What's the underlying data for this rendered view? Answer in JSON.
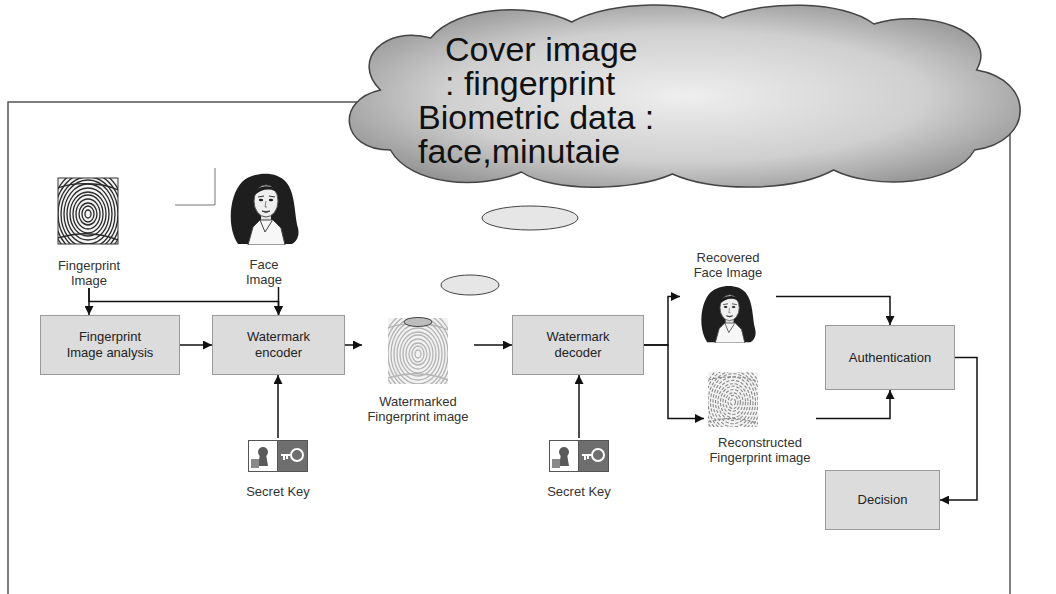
{
  "diagram": {
    "nodes": [
      {
        "text": [
          "Cover image : fingerprint",
          "Biometric data : face,minutaie"
        ]
      },
      {
        "text": [
          "Fingerprint Image"
        ]
      },
      {
        "text": [
          "Face Image"
        ]
      },
      {
        "text": [
          "Fingerprint Image analysis"
        ]
      },
      {
        "text": [
          "Watermark encoder"
        ]
      },
      {
        "text": [
          "Watermarked Fingerprint image"
        ]
      },
      {
        "text": [
          "Watermark decoder"
        ]
      },
      {
        "text": [
          "Recovered Face Image"
        ]
      },
      {
        "text": [
          "Reconstructed Fingerprint image"
        ]
      },
      {
        "text": [
          "Authentication"
        ]
      },
      {
        "text": [
          "Decision"
        ]
      },
      {
        "text": [
          "Secret Key"
        ]
      },
      {
        "text": [
          "Secret Key"
        ]
      }
    ],
    "edges": [
      {
        "from": 1,
        "to": 3,
        "arrow": "to"
      },
      {
        "from": 1,
        "to": 4,
        "arrow": "to"
      },
      {
        "from": 2,
        "to": 4,
        "arrow": "to"
      },
      {
        "from": 3,
        "to": 4,
        "arrow": "to"
      },
      {
        "from": 11,
        "to": 4,
        "arrow": "to"
      },
      {
        "from": 4,
        "to": 5,
        "arrow": "to"
      },
      {
        "from": 5,
        "to": 6,
        "arrow": "to"
      },
      {
        "from": 12,
        "to": 6,
        "arrow": "to"
      },
      {
        "from": 6,
        "to": 7,
        "arrow": "to"
      },
      {
        "from": 6,
        "to": 8,
        "arrow": "to"
      },
      {
        "from": 7,
        "to": 9,
        "arrow": "to"
      },
      {
        "from": 8,
        "to": 9,
        "arrow": "to"
      },
      {
        "from": 9,
        "to": 10,
        "arrow": "to"
      }
    ]
  }
}
